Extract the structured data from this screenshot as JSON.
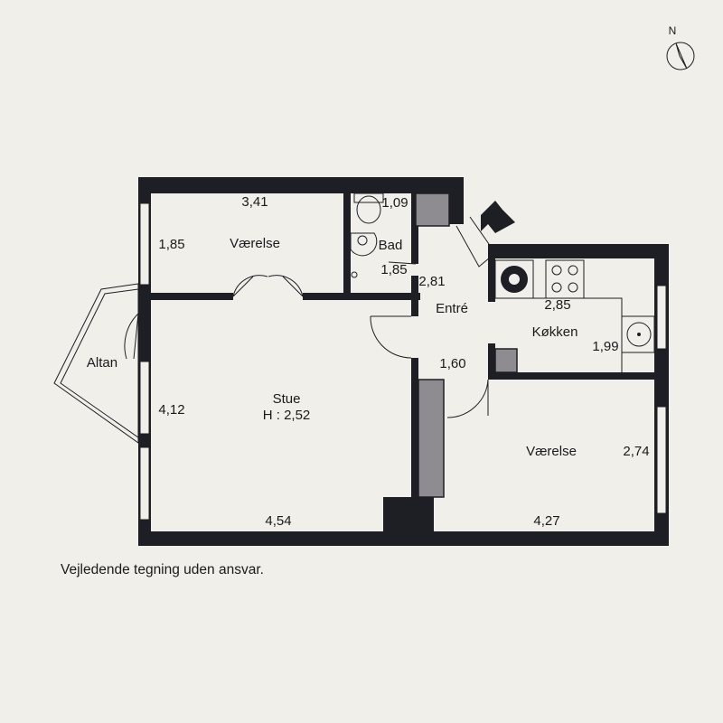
{
  "compass": {
    "label": "N"
  },
  "rooms": {
    "vaerelse_top": {
      "name": "Værelse",
      "width": "3,41",
      "depth": "1,85"
    },
    "bad": {
      "name": "Bad",
      "width": "1,09",
      "depth": "1,85"
    },
    "entre": {
      "name": "Entré",
      "dim": "2,81",
      "dim2": "1,60"
    },
    "koekken": {
      "name": "Køkken",
      "width": "2,85",
      "depth": "1,99"
    },
    "stue": {
      "name": "Stue",
      "height": "H : 2,52",
      "width": "4,54",
      "depth": "4,12"
    },
    "altan": {
      "name": "Altan"
    },
    "vaerelse_bottom": {
      "name": "Værelse",
      "width": "4,27",
      "depth": "2,74"
    }
  },
  "disclaimer": "Vejledende tegning uden ansvar."
}
